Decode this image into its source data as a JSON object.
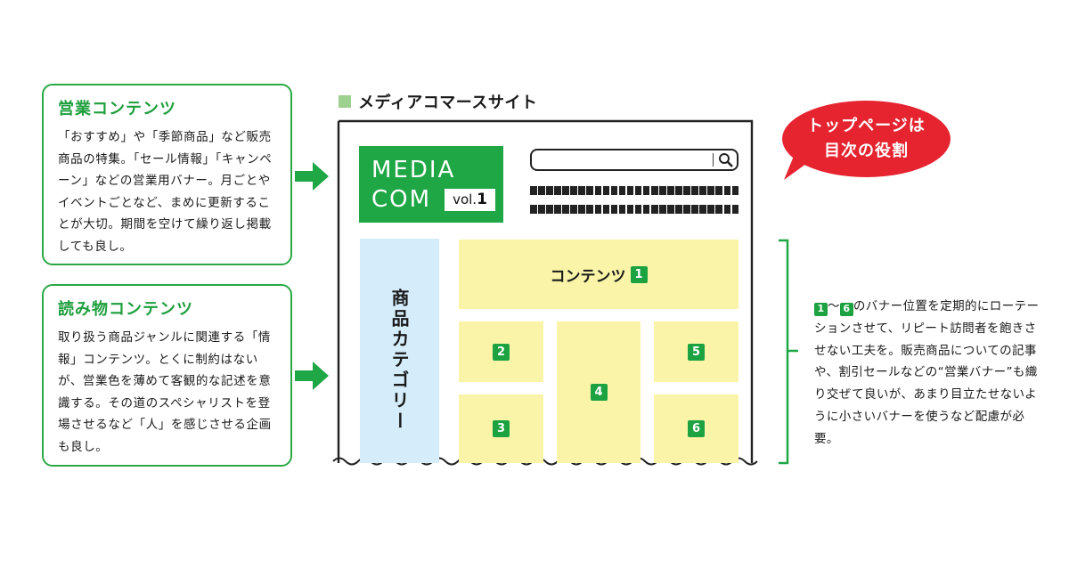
{
  "callouts": [
    {
      "title": "営業コンテンツ",
      "body": "「おすすめ」や「季節商品」など販売商品の特集。「セール情報」「キャンペーン」などの営業用バナー。月ごとやイベントごとなど、まめに更新することが大切。期間を空けて繰り返し掲載しても良し。"
    },
    {
      "title": "読み物コンテンツ",
      "body": "取り扱う商品ジャンルに関連する「情報」コンテンツ。とくに制約はないが、営業色を薄めて客観的な記述を意識する。その道のスペシャリストを登場させるなど「人」を感じさせる企画も良し。"
    }
  ],
  "site": {
    "title": "メディアコマースサイト",
    "logo_line1": "MEDIA",
    "logo_line2": "COM",
    "logo_vol": "vol.",
    "logo_vol_num": "1",
    "category_label": "商品カテゴリー",
    "main_content_label": "コンテンツ",
    "badges": [
      "1",
      "2",
      "3",
      "4",
      "5",
      "6"
    ]
  },
  "bubble": {
    "line1": "トップページは",
    "line2": "目次の役割"
  },
  "note": {
    "badge_start": "1",
    "range_sep": "〜",
    "badge_end": "6",
    "text": "のバナー位置を定期的にローテーションさせて、リピート訪問者を飽きさせない工夫を。販売商品についての記事や、割引セールなどの“営業バナー”も織り交ぜて良いが、あまり目立たせないように小さいバナーを使うなど配慮が必要。"
  },
  "colors": {
    "green": "#1fa746",
    "red": "#e52430",
    "yellow": "#f9f4a8",
    "blue": "#d5ecfa"
  }
}
